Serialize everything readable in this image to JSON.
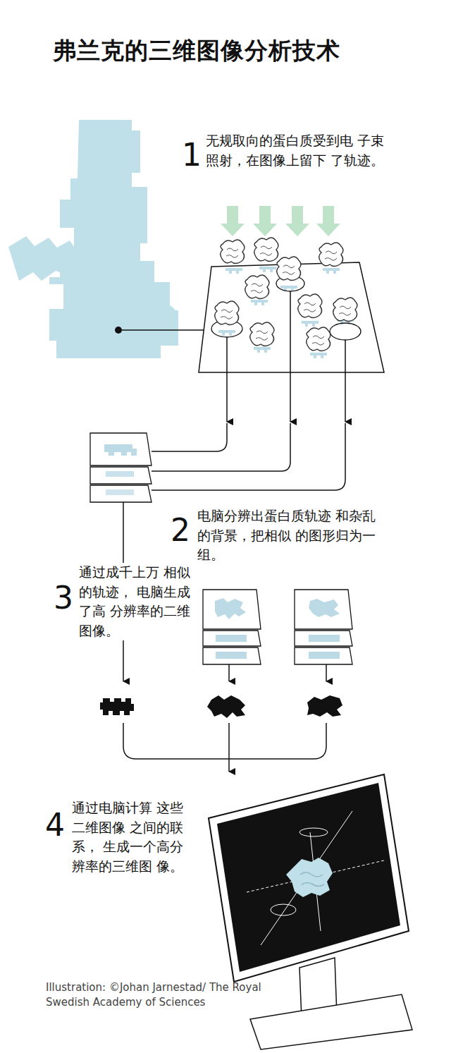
{
  "diagram": {
    "title": "弗兰克的三维图像分析技术",
    "caption": "Illustration: ©Johan Jarnestad/ The Royal Swedish Academy of Sciences",
    "labels": [
      "1",
      "无规取向的蛋白质受到电 子束照射，在图像上留下 了轨迹。",
      "2",
      "电脑分辨出蛋白质轨迹 和杂乱的背景，把相似 的图形归为一组。",
      "3",
      "通过成千上万 相似的轨迹， 电脑生成了高 分辨率的二维 图像。",
      "4",
      "通过电脑计算 这些二维图像 之间的联系， 生成一个高分 辨率的三维图 像。"
    ]
  }
}
